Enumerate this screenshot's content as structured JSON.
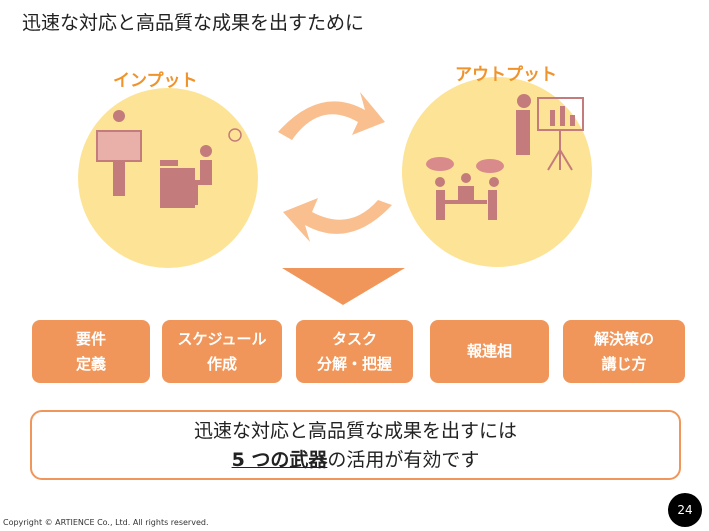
{
  "title": "迅速な対応と高品質な成果を出すために",
  "input_label": "インプット",
  "output_label": "アウトプット",
  "weapons": [
    {
      "line1": "要件",
      "line2": "定義"
    },
    {
      "line1": "スケジュール",
      "line2": "作成"
    },
    {
      "line1": "タスク",
      "line2": "分解・把握"
    },
    {
      "line1": "報連相",
      "line2": ""
    },
    {
      "line1": "解決策の",
      "line2": "講じ方"
    }
  ],
  "message": {
    "line1": "迅速な対応と高品質な成果を出すには",
    "emphasis": "5 つの武器",
    "line2_rest": "の活用が有効です"
  },
  "copyright": "Copyright © ARTIENCE Co., Ltd. All rights reserved.",
  "page_number": "24",
  "colors": {
    "accent": "#F0965A",
    "circle": "#FDE395",
    "figure": "#C47B7B",
    "arrow": "#F9BF8F"
  }
}
